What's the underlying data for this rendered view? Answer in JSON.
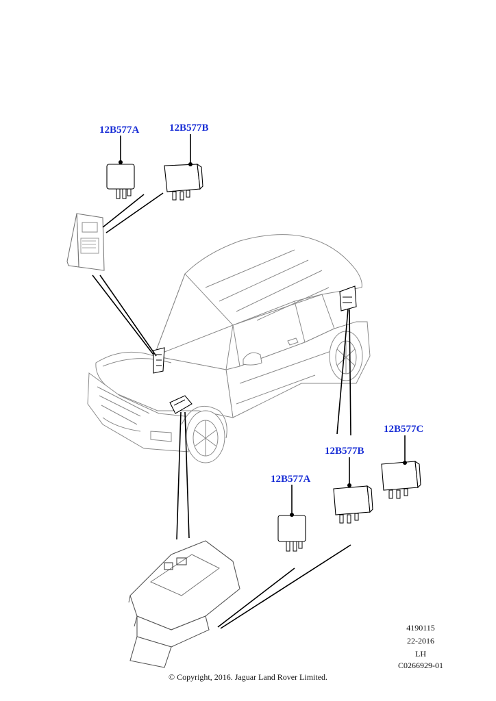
{
  "callouts": {
    "top_a": "12B577A",
    "top_b": "12B577B",
    "bottom_c": "12B577C",
    "bottom_b": "12B577B",
    "bottom_a": "12B577A"
  },
  "footer": {
    "ref_number": "4190115",
    "date_code": "22-2016",
    "side": "LH",
    "illustration_code": "C0266929-01",
    "copyright": "© Copyright, 2016. Jaguar Land Rover Limited."
  },
  "colors": {
    "callout": "#1a2fd6",
    "line": "#000000",
    "vehicle_outline": "#8a8a8a"
  }
}
